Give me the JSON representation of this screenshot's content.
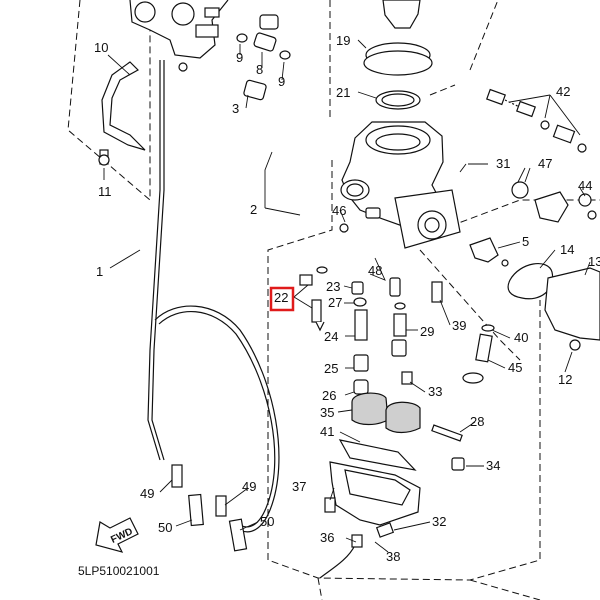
{
  "diagram": {
    "code": "5LP510021001",
    "fwd_label": "FWD",
    "callouts": [
      {
        "id": "c1",
        "label": "1"
      },
      {
        "id": "c2",
        "label": "2"
      },
      {
        "id": "c3",
        "label": "3"
      },
      {
        "id": "c5",
        "label": "5"
      },
      {
        "id": "c8",
        "label": "8"
      },
      {
        "id": "c9a",
        "label": "9"
      },
      {
        "id": "c9b",
        "label": "9"
      },
      {
        "id": "c10",
        "label": "10"
      },
      {
        "id": "c11",
        "label": "11"
      },
      {
        "id": "c12",
        "label": "12"
      },
      {
        "id": "c13",
        "label": "13"
      },
      {
        "id": "c14",
        "label": "14"
      },
      {
        "id": "c19",
        "label": "19"
      },
      {
        "id": "c21",
        "label": "21"
      },
      {
        "id": "c22",
        "label": "22"
      },
      {
        "id": "c23",
        "label": "23"
      },
      {
        "id": "c24",
        "label": "24"
      },
      {
        "id": "c25",
        "label": "25"
      },
      {
        "id": "c26",
        "label": "26"
      },
      {
        "id": "c27",
        "label": "27"
      },
      {
        "id": "c28",
        "label": "28"
      },
      {
        "id": "c29",
        "label": "29"
      },
      {
        "id": "c31",
        "label": "31"
      },
      {
        "id": "c32",
        "label": "32"
      },
      {
        "id": "c33",
        "label": "33"
      },
      {
        "id": "c34",
        "label": "34"
      },
      {
        "id": "c35",
        "label": "35"
      },
      {
        "id": "c36",
        "label": "36"
      },
      {
        "id": "c37",
        "label": "37"
      },
      {
        "id": "c38",
        "label": "38"
      },
      {
        "id": "c39",
        "label": "39"
      },
      {
        "id": "c40",
        "label": "40"
      },
      {
        "id": "c41",
        "label": "41"
      },
      {
        "id": "c42",
        "label": "42"
      },
      {
        "id": "c44",
        "label": "44"
      },
      {
        "id": "c45",
        "label": "45"
      },
      {
        "id": "c46",
        "label": "46"
      },
      {
        "id": "c47",
        "label": "47"
      },
      {
        "id": "c48",
        "label": "48"
      },
      {
        "id": "c49a",
        "label": "49"
      },
      {
        "id": "c49b",
        "label": "49"
      },
      {
        "id": "c50a",
        "label": "50"
      },
      {
        "id": "c50b",
        "label": "50"
      }
    ],
    "highlight": {
      "label": "22",
      "color": "#e01b1b"
    }
  }
}
